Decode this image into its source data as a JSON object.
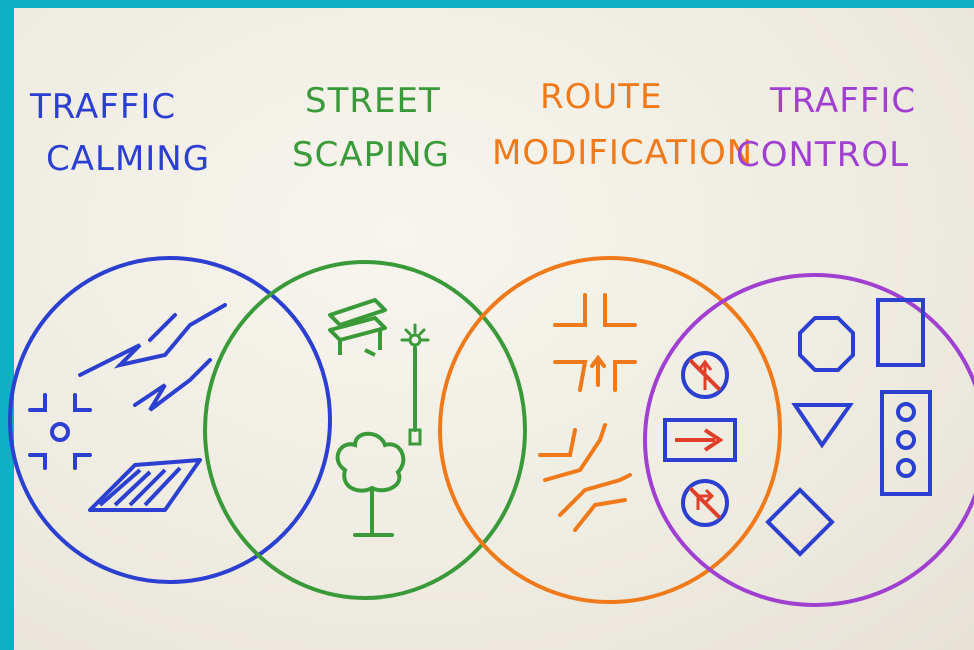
{
  "labels": {
    "calming": {
      "line1": "TRAFFIC",
      "line2": "CALMING",
      "color": "#2b3fd0"
    },
    "scaping": {
      "line1": "STREET",
      "line2": "SCAPING",
      "color": "#3a9a3a"
    },
    "route": {
      "line1": "ROUTE",
      "line2": "MODIFICATION",
      "color": "#f07a1a"
    },
    "control": {
      "line1": "TRAFFIC",
      "line2": "CONTROL",
      "color": "#a040d0"
    }
  },
  "colors": {
    "frame": "#0fb0c4",
    "board": "#f2efe6",
    "blue": "#2b3fd0",
    "green": "#3a9a3a",
    "orange": "#f07a1a",
    "purple": "#a040d0",
    "red": "#e0402a"
  }
}
